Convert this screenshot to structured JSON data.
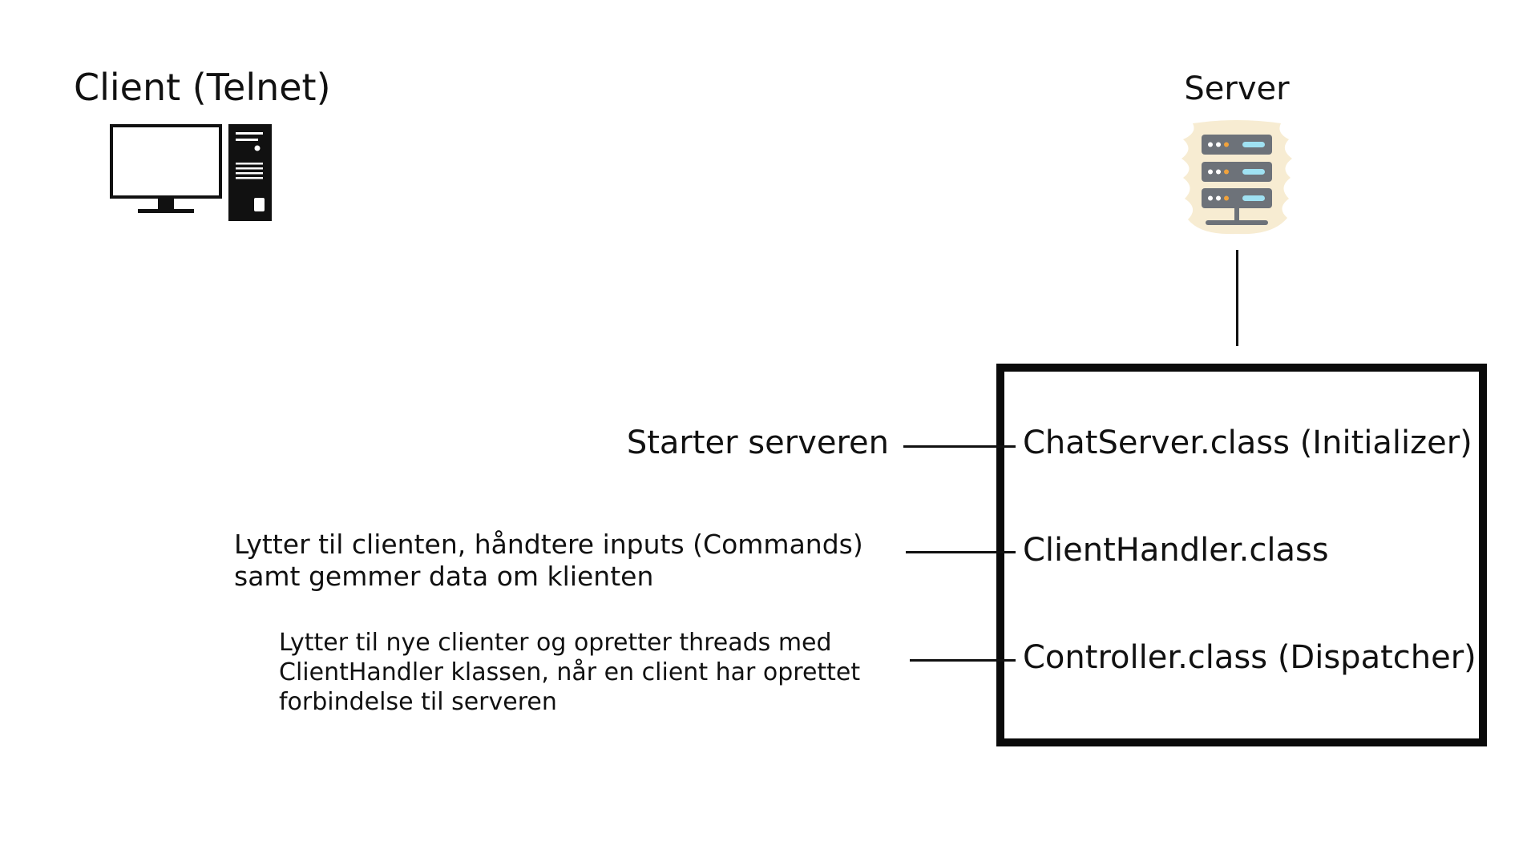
{
  "client": {
    "title": "Client (Telnet)",
    "icon": "desktop-computer-icon"
  },
  "server": {
    "title": "Server",
    "icon": "server-rack-icon"
  },
  "classes": [
    {
      "label": "ChatServer.class (Initializer)",
      "description_lines": [
        "Starter serveren"
      ]
    },
    {
      "label": "ClientHandler.class",
      "description_lines": [
        "Lytter til clienten, håndtere inputs (Commands)",
        "samt gemmer data om klienten"
      ]
    },
    {
      "label": "Controller.class (Dispatcher)",
      "description_lines": [
        "Lytter til nye clienter og opretter threads med",
        "ClientHandler klassen, når en client har oprettet",
        "forbindelse til serveren"
      ]
    }
  ],
  "colors": {
    "line": "#111111",
    "server_rack": "#6d7279",
    "server_glow": "#f7ecd2",
    "led_orange": "#f0a23c",
    "led_blue": "#9fe1f2"
  }
}
